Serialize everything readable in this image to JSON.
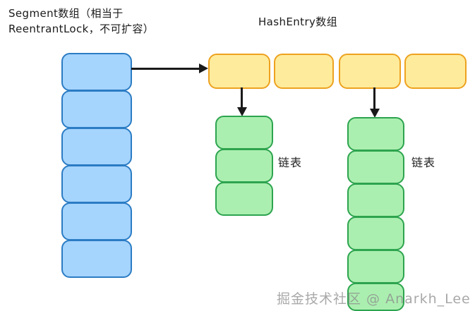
{
  "titles": {
    "segment": "Segment数组（相当于\nReentrantLock，不可扩容）",
    "hashentry": "HashEntry数组"
  },
  "labels": {
    "chain_left": "链表",
    "chain_right": "链表"
  },
  "watermark": "掘金技术社区 @ Anarkh_Lee",
  "colors": {
    "segment_fill": "#a5d4fd",
    "segment_stroke": "#2b7cc4",
    "hashentry_fill": "#ffeb9c",
    "hashentry_stroke": "#eda21f",
    "chain_fill": "#abefb0",
    "chain_stroke": "#2da44e",
    "connector": "#1a1a1a",
    "background": "#ffffff",
    "watermark": "#8c8c8c"
  },
  "segment_array": {
    "count": 6,
    "cells": [
      "",
      "",
      "",
      "",
      "",
      ""
    ]
  },
  "hashentry_array": {
    "count": 4,
    "cells": [
      "",
      "",
      "",
      ""
    ]
  },
  "chain_left": {
    "count": 3,
    "cells": [
      "",
      "",
      ""
    ]
  },
  "chain_right": {
    "count": 6,
    "cells": [
      "",
      "",
      "",
      "",
      "",
      ""
    ]
  }
}
